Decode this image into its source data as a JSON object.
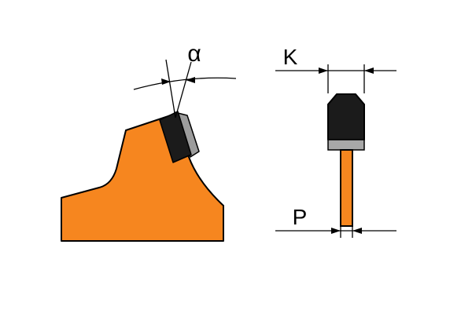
{
  "diagram": {
    "tooth_detail_view": {
      "angle_label": "α"
    },
    "kerf_section_view": {
      "kerf_width_label": "K",
      "plate_thickness_label": "P"
    }
  },
  "colors": {
    "blade_body_orange": "#F6861F",
    "carbide_tip_black": "#1B1B1B",
    "tip_flank_gray": "#9C9C9C",
    "seat_gray": "#A8A8A8",
    "line_black": "#000000",
    "background_white": "#FFFFFF"
  }
}
